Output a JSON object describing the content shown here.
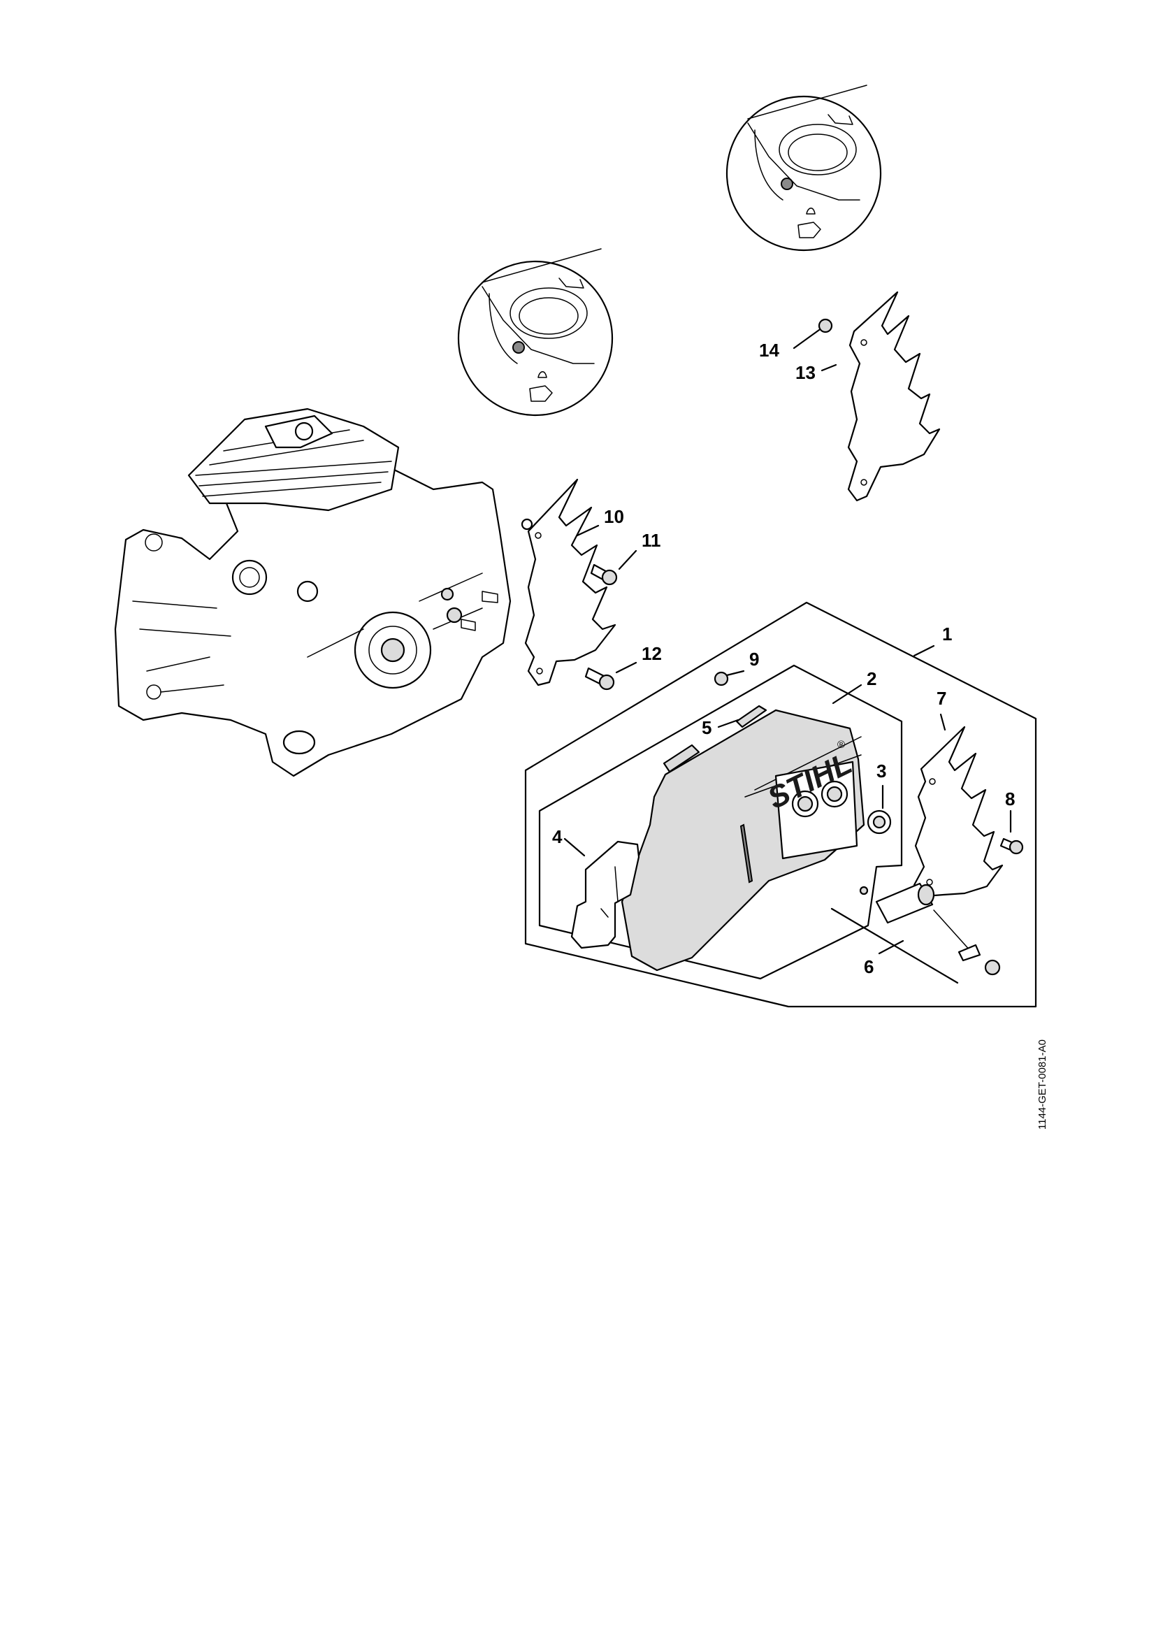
{
  "diagram": {
    "drawing_reference": "1144-GET-0081-A0",
    "brand_mark": "STIHL",
    "callouts": [
      "1",
      "2",
      "3",
      "4",
      "5",
      "6",
      "7",
      "8",
      "9",
      "10",
      "11",
      "12",
      "13",
      "14"
    ]
  }
}
